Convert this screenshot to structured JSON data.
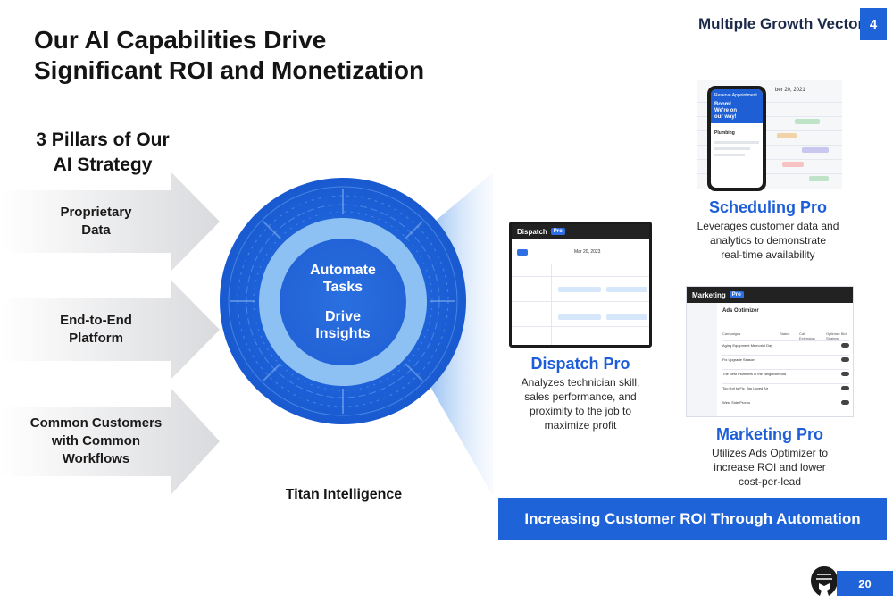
{
  "header": {
    "title_line1": "Our AI Capabilities Drive",
    "title_line2": "Significant ROI and Monetization",
    "section_label": "Multiple Growth Vectors",
    "section_number": "4"
  },
  "pillars": {
    "heading_line1": "3 Pillars of Our",
    "heading_line2": "AI Strategy",
    "items": [
      {
        "line1": "Proprietary",
        "line2": "Data",
        "line3": ""
      },
      {
        "line1": "End-to-End",
        "line2": "Platform",
        "line3": ""
      },
      {
        "line1": "Common Customers",
        "line2": "with Common",
        "line3": "Workflows"
      }
    ]
  },
  "core": {
    "line1": "Automate",
    "line2": "Tasks",
    "line3": "Drive",
    "line4": "Insights",
    "caption": "Titan Intelligence"
  },
  "products": {
    "scheduling": {
      "title": "Scheduling Pro",
      "desc_line1": "Leverages customer data and",
      "desc_line2": "analytics to demonstrate",
      "desc_line3": "real-time availability",
      "screen_title": "Reserve Appointment",
      "screen_greeting": "Boom! We're on our way!",
      "screen_service": "Plumbing",
      "screen_date": "ber 20, 2021"
    },
    "dispatch": {
      "title": "Dispatch Pro",
      "desc_line1": "Analyzes technician skill,",
      "desc_line2": "sales performance, and",
      "desc_line3": "proximity to the job to",
      "desc_line4": "maximize profit",
      "screen_app": "Dispatch",
      "screen_tag": "Pro",
      "screen_date": "Mar 20, 2023"
    },
    "marketing": {
      "title": "Marketing Pro",
      "desc_line1": "Utilizes Ads Optimizer to",
      "desc_line2": "increase ROI and lower",
      "desc_line3": "cost-per-lead",
      "screen_app": "Marketing",
      "screen_tag": "Pro",
      "screen_heading": "Ads Optimizer",
      "screen_columns": [
        "Campaigns",
        "Status",
        "Call Extension",
        "Optimize Bid Strategy"
      ],
      "screen_rows": [
        "Aging Equipment Memorial Day",
        "Fix Upgrade Season",
        "The Best Plumbers in the Neighborhood",
        "Too Hot to Fix, Top Loved Air",
        "West Side Promo"
      ]
    }
  },
  "banner": {
    "text": "Increasing Customer ROI Through Automation"
  },
  "footer": {
    "page_number": "20"
  },
  "colors": {
    "brand_blue": "#1e63d8",
    "light_blue": "#8ec1f3",
    "pillar_gray": "#e6e7ea"
  }
}
